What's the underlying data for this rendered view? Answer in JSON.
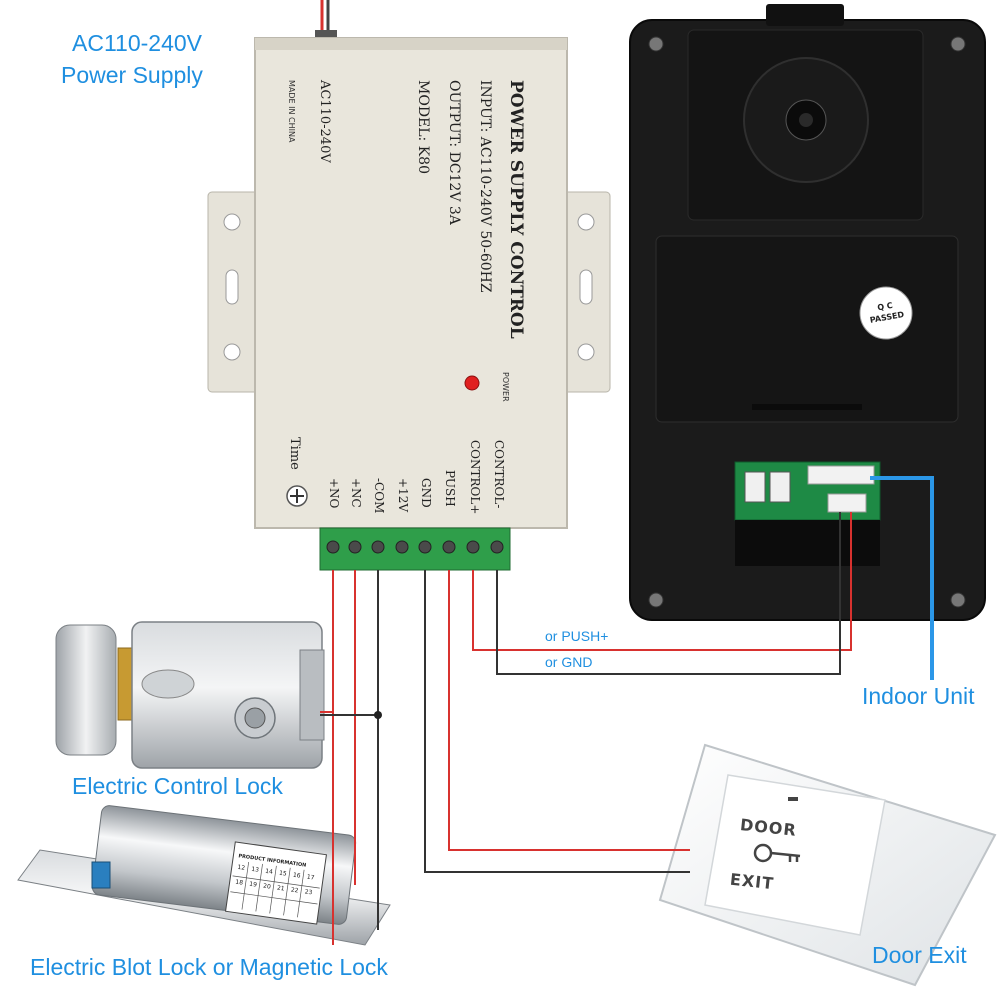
{
  "labels": {
    "power_supply_line1": "AC110-240V",
    "power_supply_line2": "Power Supply",
    "indoor_unit": "Indoor Unit",
    "electric_control_lock": "Electric Control Lock",
    "electric_bolt_lock": "Electric Blot Lock or Magnetic Lock",
    "door_exit": "Door Exit",
    "or_push": "or PUSH+",
    "or_gnd": "or GND"
  },
  "power_box": {
    "title": "POWER SUPPLY CONTROL",
    "input": "INPUT: AC110-240V  50-60HZ",
    "output": "OUTPUT: DC12V  3A",
    "model": "MODEL: K80",
    "ac": "AC110-240V",
    "made_in": "MADE IN CHINA",
    "power": "POWER",
    "time": "Time",
    "terminals": [
      "+NO",
      "+NC",
      "-COM",
      "+12V",
      "GND",
      "PUSH",
      "CONTROL+",
      "CONTROL-"
    ]
  },
  "indoor_unit": {
    "qc_line1": "Q C",
    "qc_line2": "PASSED"
  },
  "door_exit_button": {
    "top": "DOOR",
    "bottom": "EXIT"
  },
  "bolt_lock": {
    "table_title": "PRODUCT  INFORMATION",
    "numbers": [
      "12",
      "13",
      "14",
      "15",
      "16",
      "17",
      "18",
      "19",
      "20",
      "21",
      "22",
      "23"
    ]
  },
  "colors": {
    "label_blue": "#1f8fe0",
    "wire_red": "#d8322f",
    "wire_black": "#333333",
    "wire_blue": "#2b97e8"
  }
}
